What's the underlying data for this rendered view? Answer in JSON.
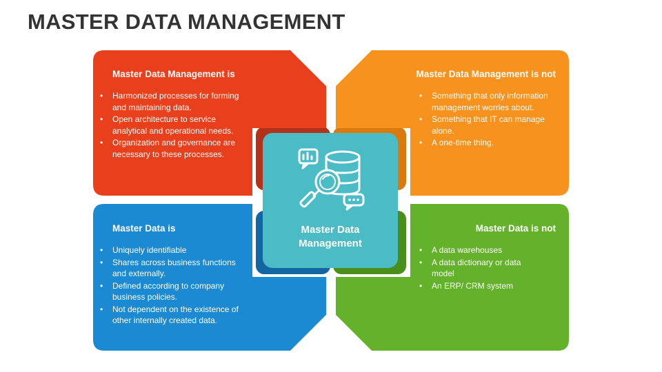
{
  "title": "MASTER DATA MANAGEMENT",
  "center": {
    "label_line1": "Master Data",
    "label_line2": "Management",
    "icon": "database-search-icon"
  },
  "colors": {
    "red": "#e8401c",
    "orange": "#f7921e",
    "blue": "#1b8ad3",
    "green": "#64b22c",
    "teal": "#4bbcc6"
  },
  "panels": {
    "top_left": {
      "heading": "Master Data Management is",
      "items": [
        "Harmonized processes for forming and maintaining data.",
        "Open architecture to service analytical and operational needs.",
        "Organization and governance are necessary to these processes."
      ]
    },
    "top_right": {
      "heading": "Master Data Management is not",
      "items": [
        "Something that only information management worries about.",
        "Something that IT can manage alone.",
        "A one-time thing."
      ]
    },
    "bottom_left": {
      "heading": "Master Data is",
      "items": [
        "Uniquely identifiable",
        "Shares across business functions and externally.",
        "Defined according to company business policies.",
        "Not dependent on the existence of other internally created data."
      ]
    },
    "bottom_right": {
      "heading": "Master Data is not",
      "items": [
        "A data warehouses",
        "A data dictionary or data model",
        "An ERP/ CRM system"
      ]
    }
  }
}
